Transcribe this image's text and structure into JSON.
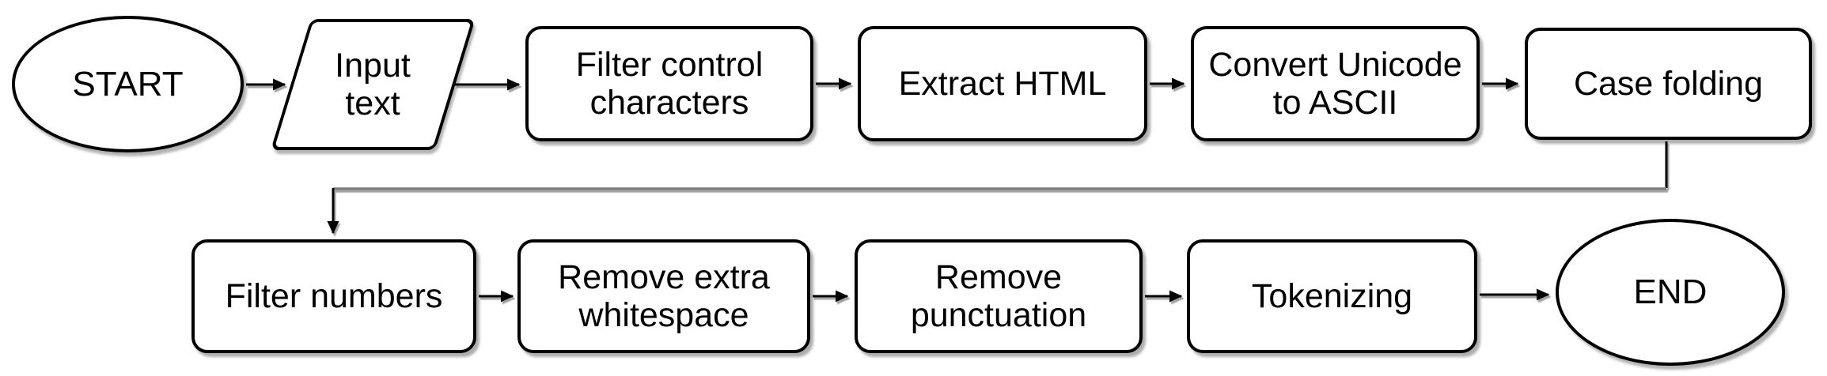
{
  "diagram": {
    "type": "flowchart",
    "nodes": [
      {
        "id": "start",
        "shape": "terminator",
        "label": "START"
      },
      {
        "id": "input-text",
        "shape": "parallelogram-io",
        "label": "Input\ntext"
      },
      {
        "id": "filter-control-characters",
        "shape": "process",
        "label": "Filter control\ncharacters"
      },
      {
        "id": "extract-html",
        "shape": "process",
        "label": "Extract HTML"
      },
      {
        "id": "convert-unicode-to-ascii",
        "shape": "process",
        "label": "Convert Unicode\nto ASCII"
      },
      {
        "id": "case-folding",
        "shape": "process",
        "label": "Case folding"
      },
      {
        "id": "filter-numbers",
        "shape": "process",
        "label": "Filter numbers"
      },
      {
        "id": "remove-extra-whitespace",
        "shape": "process",
        "label": "Remove extra\nwhitespace"
      },
      {
        "id": "remove-punctuation",
        "shape": "process",
        "label": "Remove\npunctuation"
      },
      {
        "id": "tokenizing",
        "shape": "process",
        "label": "Tokenizing"
      },
      {
        "id": "end",
        "shape": "terminator",
        "label": "END"
      }
    ],
    "edges": [
      {
        "from": "start",
        "to": "input-text"
      },
      {
        "from": "input-text",
        "to": "filter-control-characters"
      },
      {
        "from": "filter-control-characters",
        "to": "extract-html"
      },
      {
        "from": "extract-html",
        "to": "convert-unicode-to-ascii"
      },
      {
        "from": "convert-unicode-to-ascii",
        "to": "case-folding"
      },
      {
        "from": "case-folding",
        "to": "filter-numbers"
      },
      {
        "from": "filter-numbers",
        "to": "remove-extra-whitespace"
      },
      {
        "from": "remove-extra-whitespace",
        "to": "remove-punctuation"
      },
      {
        "from": "remove-punctuation",
        "to": "tokenizing"
      },
      {
        "from": "tokenizing",
        "to": "end"
      }
    ],
    "colors": {
      "background": "#ffffff",
      "shape_fill": "#ffffff",
      "shape_stroke": "#000000",
      "text": "#000000",
      "connector_black": "#000000",
      "connector_gray": "#7f7f7f",
      "shadow_gray": "#9e9e9e"
    }
  }
}
